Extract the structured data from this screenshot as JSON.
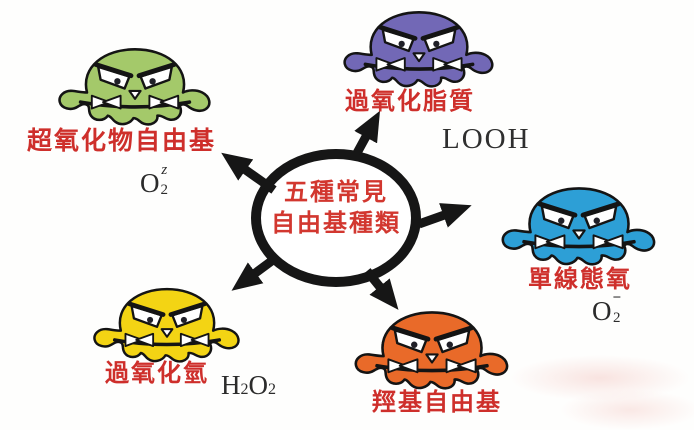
{
  "hub": {
    "line1": "五種常見",
    "line2": "自由基種類"
  },
  "palette": {
    "label_red": "#ce2f2b",
    "hub_text_red": "#d2372f",
    "outline_black": "#141414",
    "background": "#fefefd"
  },
  "monsters": [
    {
      "key": "superoxide-radical",
      "name": "超氧化物自由基",
      "color": "#a4c96a",
      "formula": {
        "base": "O",
        "sup": "z",
        "sub": "2"
      }
    },
    {
      "key": "lipid-peroxide",
      "name": "過氧化脂質",
      "color": "#7268b6",
      "formula_text": "LOOH"
    },
    {
      "key": "singlet-oxygen",
      "name": "單線態氧",
      "color": "#2d9fd6",
      "formula": {
        "base": "O",
        "sup": "−",
        "sub": "2"
      }
    },
    {
      "key": "hydrogen-peroxide",
      "name": "過氧化氫",
      "color": "#f3d414",
      "formula": {
        "h": "H",
        "h_sub": "2",
        "o": "O",
        "o_sub": "2"
      }
    },
    {
      "key": "hydroxyl-radical",
      "name": "羥基自由基",
      "color": "#e96a29"
    }
  ]
}
